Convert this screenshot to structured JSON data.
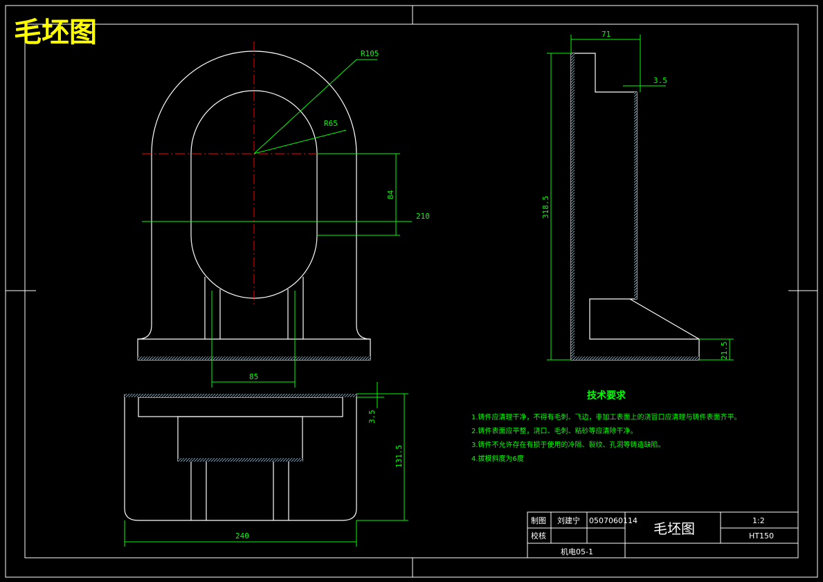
{
  "title": "毛坯图",
  "dimensions": {
    "r105": "R105",
    "r65": "R65",
    "d84": "84",
    "d210": "210",
    "d85": "85",
    "d71": "71",
    "d3_5_top": "3.5",
    "d318_5": "318.5",
    "d21_5": "21.5",
    "d3_5_plan": "3.5",
    "d131_5": "131.5",
    "d240": "240"
  },
  "tech_requirements": {
    "heading": "技术要求",
    "items": [
      "1.铸件应清理干净，不得有毛刺、飞边，非加工表面上的浇冒口应清理与铸件表面齐平。",
      "2.铸件表面应平整，浇口、毛刺、粘砂等应清除干净。",
      "3.铸件不允许存在有损于使用的冷隔、裂纹、孔洞等铸造缺陷。",
      "4.拔模斜度为6度"
    ]
  },
  "title_block": {
    "drawn_label": "制图",
    "drawn_name": "刘建宁",
    "student_id": "0507060114",
    "check_label": "校核",
    "drawing_name": "毛坯图",
    "scale": "1:2",
    "material": "HT150",
    "class_name": "机电05-1"
  },
  "colors": {
    "background": "#000000",
    "outline": "#ffffff",
    "centerline": "#ff0000",
    "dimension": "#00ff00",
    "hatch": "#66ccff",
    "title_text": "#ffff00"
  }
}
